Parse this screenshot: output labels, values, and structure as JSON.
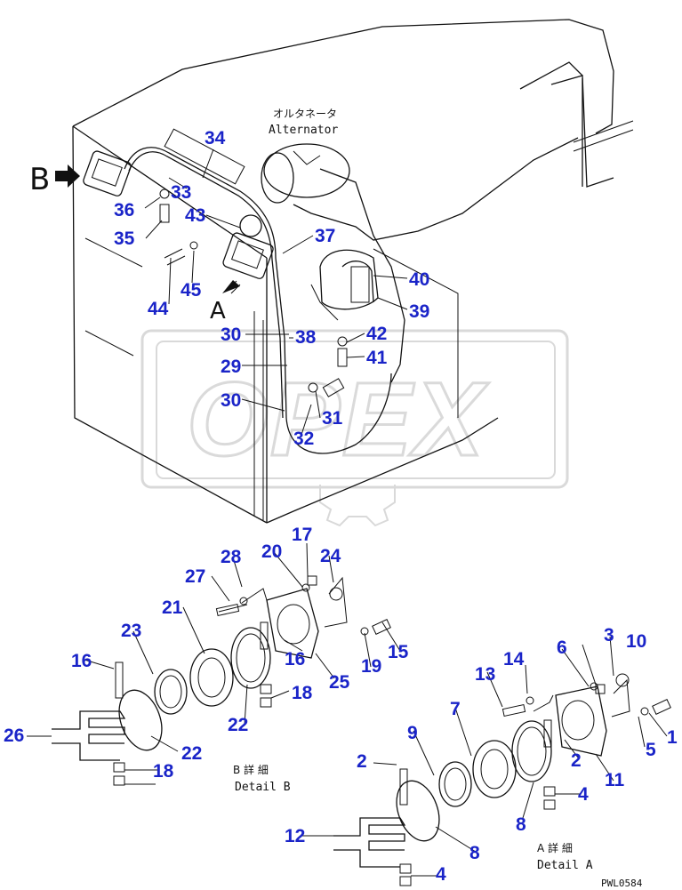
{
  "labels": {
    "alternator_jp": "オルタネータ",
    "alternator_en": "Alternator",
    "view_b": "B",
    "view_a": "A",
    "detail_b_jp": "B 詳 細",
    "detail_b_en": "Detail B",
    "detail_a_jp": "A 詳 細",
    "detail_a_en": "Detail A",
    "drawing_code": "PWL0584"
  },
  "watermark": "OPEX",
  "callout_color": "#1a24c8",
  "callouts": [
    "34",
    "33",
    "36",
    "43",
    "35",
    "37",
    "44",
    "45",
    "40",
    "39",
    "30",
    "38",
    "42",
    "41",
    "29",
    "30",
    "31",
    "32",
    "17",
    "20",
    "24",
    "28",
    "27",
    "21",
    "23",
    "16",
    "15",
    "19",
    "25",
    "18",
    "16",
    "22",
    "26",
    "18",
    "22",
    "6",
    "3",
    "10",
    "14",
    "13",
    "1",
    "7",
    "5",
    "9",
    "2",
    "11",
    "2",
    "4",
    "8",
    "12",
    "8",
    "4"
  ]
}
